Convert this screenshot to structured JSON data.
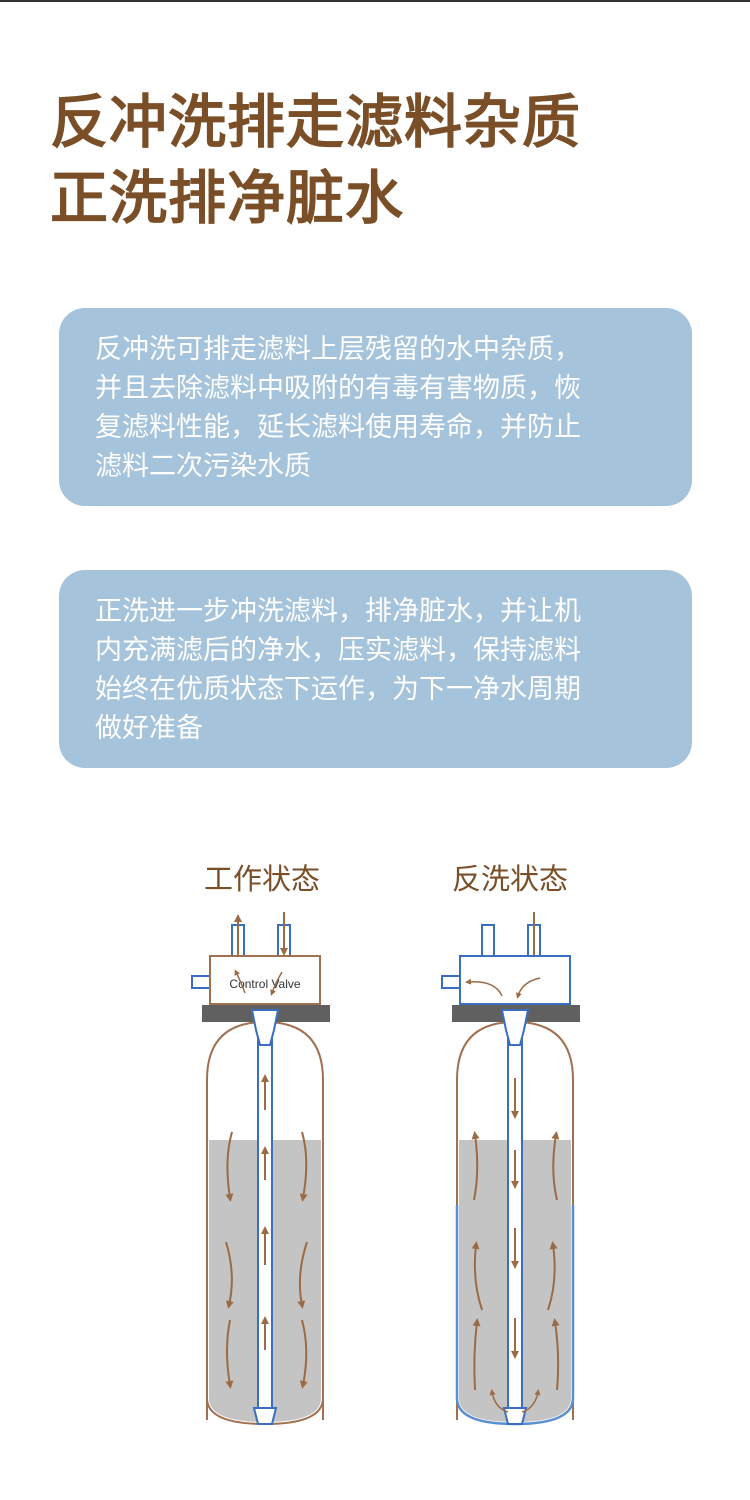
{
  "title": {
    "line1": "反冲洗排走滤料杂质",
    "line2": "正洗排净脏水"
  },
  "cards": [
    {
      "text_lines": [
        "反冲洗可排走滤料上层残留的水中杂质，",
        "并且去除滤料中吸附的有毒有害物质，恢",
        "复滤料性能，延长滤料使用寿命，并防止",
        "滤料二次污染水质"
      ]
    },
    {
      "text_lines": [
        "正洗进一步冲洗滤料，排净脏水，并让机",
        "内充满滤后的净水，压实滤料，保持滤料",
        "始终在优质状态下运作，为下一净水周期",
        "做好准备"
      ]
    }
  ],
  "diagrams": {
    "working": {
      "label": "工作状态",
      "valve_label": "Control Valve"
    },
    "backwash": {
      "label": "反洗状态"
    }
  },
  "colors": {
    "title_brown": "#7a4f28",
    "card_blue": "#a5c3da",
    "tank_brown": "#a07050",
    "pipe_blue": "#3a6fc0",
    "media_gray": "#c4c4c4",
    "base_dark": "#606060"
  }
}
